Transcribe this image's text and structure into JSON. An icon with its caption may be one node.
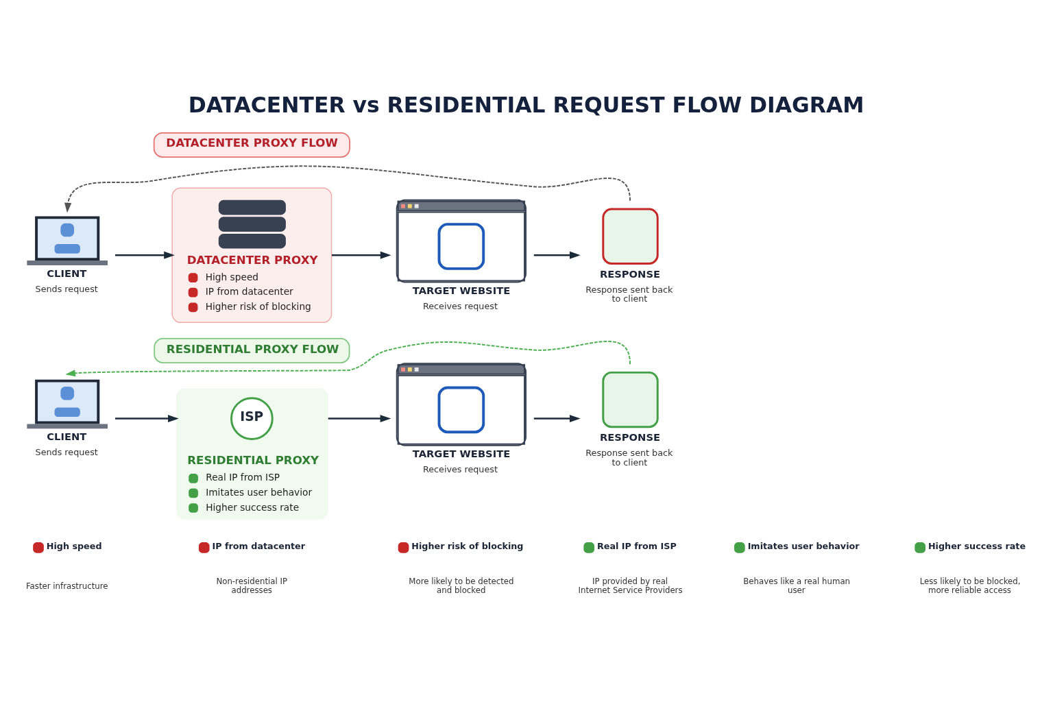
{
  "diagram": {
    "title": "DATACENTER vs RESIDENTIAL REQUEST FLOW DIAGRAM",
    "nodes": [
      {
        "text": [
          "DATACENTER PROXY FLOW"
        ]
      },
      {
        "text": [
          "CLIENT",
          "Sends request"
        ]
      },
      {
        "text": [
          "DATACENTER PROXY",
          "High speed",
          "IP from datacenter",
          "Higher risk of blocking"
        ]
      },
      {
        "text": [
          "TARGET WEBSITE",
          "Receives request"
        ]
      },
      {
        "text": [
          "RESPONSE",
          "Response sent back to client"
        ]
      },
      {
        "text": [
          "RESIDENTIAL PROXY FLOW"
        ]
      },
      {
        "text": [
          "CLIENT",
          "Sends request"
        ]
      },
      {
        "text": [
          "RESIDENTIAL PROXY",
          "Real IP from ISP",
          "Imitates user behavior",
          "Higher success rate"
        ]
      },
      {
        "text": [
          "ISP"
        ],
        "in": 7
      },
      {
        "text": [
          "TARGET WEBSITE",
          "Receives request"
        ]
      },
      {
        "text": [
          "RESPONSE",
          "Response sent back to client"
        ]
      }
    ],
    "edges": [
      {
        "from": 1,
        "to": 2,
        "arrow": "to"
      },
      {
        "from": 2,
        "to": 3,
        "arrow": "to"
      },
      {
        "from": 3,
        "to": 4,
        "arrow": "to"
      },
      {
        "from": 4,
        "to": 1,
        "arrow": "to",
        "style": "dashed",
        "color": "#555555"
      },
      {
        "from": 6,
        "to": 7,
        "arrow": "to"
      },
      {
        "from": 7,
        "to": 9,
        "arrow": "to"
      },
      {
        "from": 9,
        "to": 10,
        "arrow": "to"
      },
      {
        "from": 10,
        "to": 6,
        "arrow": "to",
        "style": "dashed",
        "color": "#4caf50"
      }
    ],
    "labels": [
      "Faster infrastructure",
      "Non-residential IP addresses",
      "More likely to be detected and blocked",
      "IP provided by real Internet Service Providers",
      "Behaves like a real human user",
      "Less likely to be blocked, more reliable access"
    ],
    "legend": [
      {
        "text": "High speed"
      },
      {
        "text": "IP from datacenter"
      },
      {
        "text": "Higher risk of blocking"
      },
      {
        "text": "Real IP from ISP"
      },
      {
        "text": "Imitates user behavior"
      },
      {
        "text": "Higher success rate"
      }
    ]
  }
}
